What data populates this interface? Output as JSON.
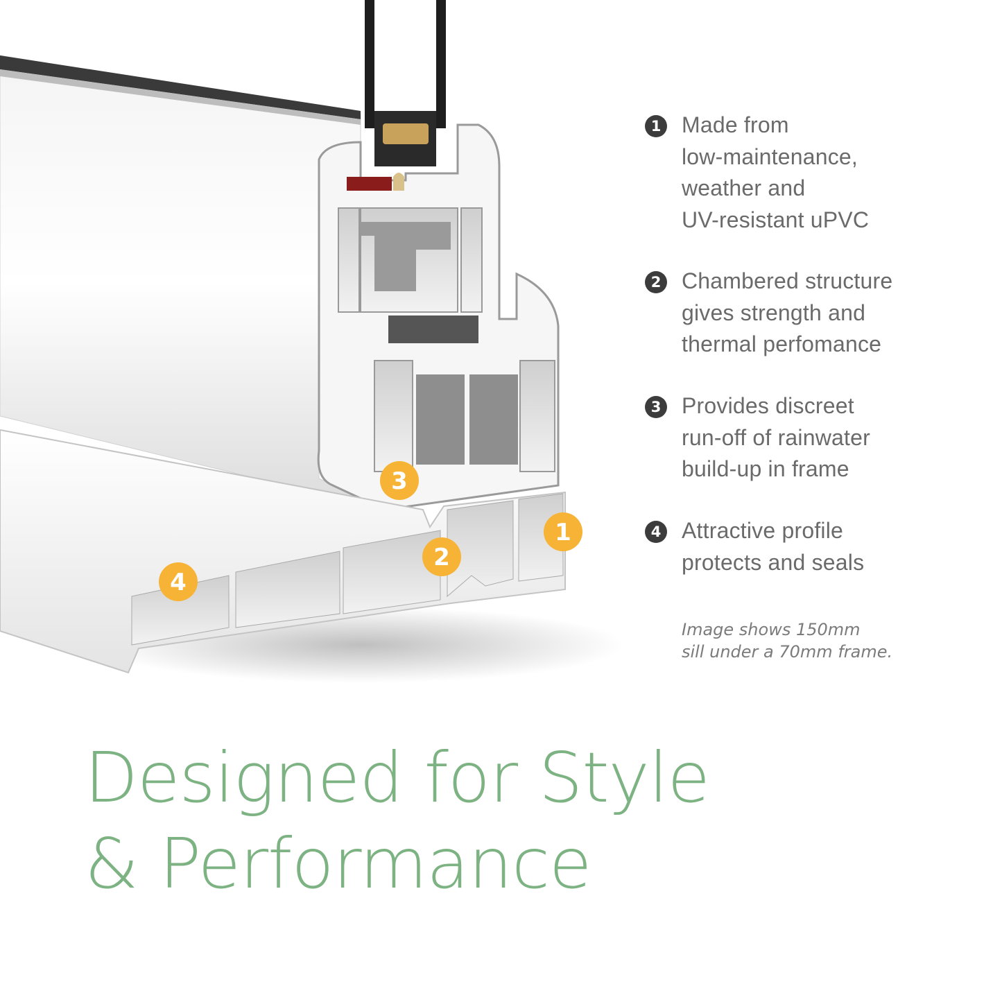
{
  "features": [
    {
      "number": "1",
      "lines": [
        "Made from",
        "low-maintenance,",
        "weather and",
        "UV-resistant uPVC"
      ]
    },
    {
      "number": "2",
      "lines": [
        "Chambered structure",
        "gives strength and",
        "thermal perfomance"
      ]
    },
    {
      "number": "3",
      "lines": [
        "Provides discreet",
        "run-off of rainwater",
        "build-up in frame"
      ]
    },
    {
      "number": "4",
      "lines": [
        "Attractive profile",
        "protects and seals"
      ]
    }
  ],
  "callouts": [
    "1",
    "2",
    "3",
    "4"
  ],
  "note": [
    "Image shows 150mm",
    "sill under a 70mm frame."
  ],
  "headline": [
    "Designed for Style",
    "& Performance"
  ],
  "colors": {
    "accent_green": "#7db282",
    "badge_yellow": "#f7b335",
    "text_gray": "#6a6a6a",
    "number_dark": "#3c3c3c"
  },
  "illustration": {
    "subject": "uPVC window frame and sill cross-section"
  }
}
